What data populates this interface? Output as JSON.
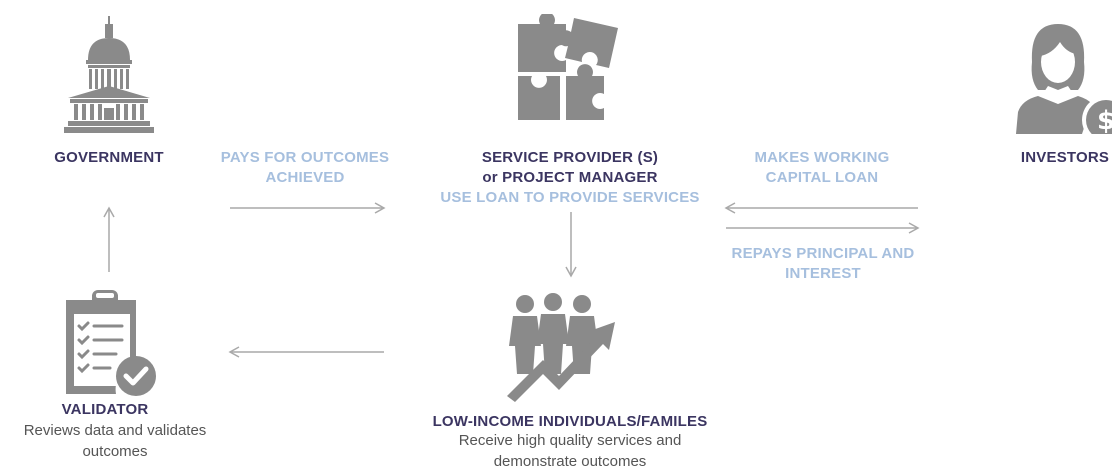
{
  "nodes": {
    "government": {
      "title": "GOVERNMENT"
    },
    "service_provider": {
      "title_line1": "SERVICE PROVIDER (S)",
      "title_line2": "or PROJECT MANAGER",
      "subtitle": "USE LOAN TO PROVIDE SERVICES"
    },
    "investors": {
      "title": "INVESTORS"
    },
    "validator": {
      "title": "VALIDATOR",
      "desc_line1": "Reviews data and validates",
      "desc_line2": "outcomes"
    },
    "beneficiaries": {
      "title": "LOW-INCOME INDIVIDUALS/FAMILES",
      "desc_line1": "Receive high quality services and",
      "desc_line2": "demonstrate outcomes"
    }
  },
  "flows": {
    "pays_for_outcomes": {
      "line1": "PAYS FOR OUTCOMES",
      "line2": "ACHIEVED"
    },
    "makes_working_capital_loan": {
      "line1": "MAKES WORKING",
      "line2": "CAPITAL LOAN"
    },
    "repays_principal_and_interest": {
      "line1": "REPAYS PRINCIPAL AND",
      "line2": "INTEREST"
    }
  },
  "icons": {
    "government": "capitol-building-icon",
    "service_provider": "puzzle-pieces-icon",
    "investors": "investor-person-dollar-icon",
    "validator": "clipboard-checklist-icon",
    "beneficiaries": "people-growth-arrow-icon"
  },
  "colors": {
    "icon_gray": "#8a8a8a",
    "title_dark": "#3b3561",
    "flow_blue": "#a6bfde",
    "arrow_gray": "#a9a9a9",
    "desc_text": "#555555"
  }
}
